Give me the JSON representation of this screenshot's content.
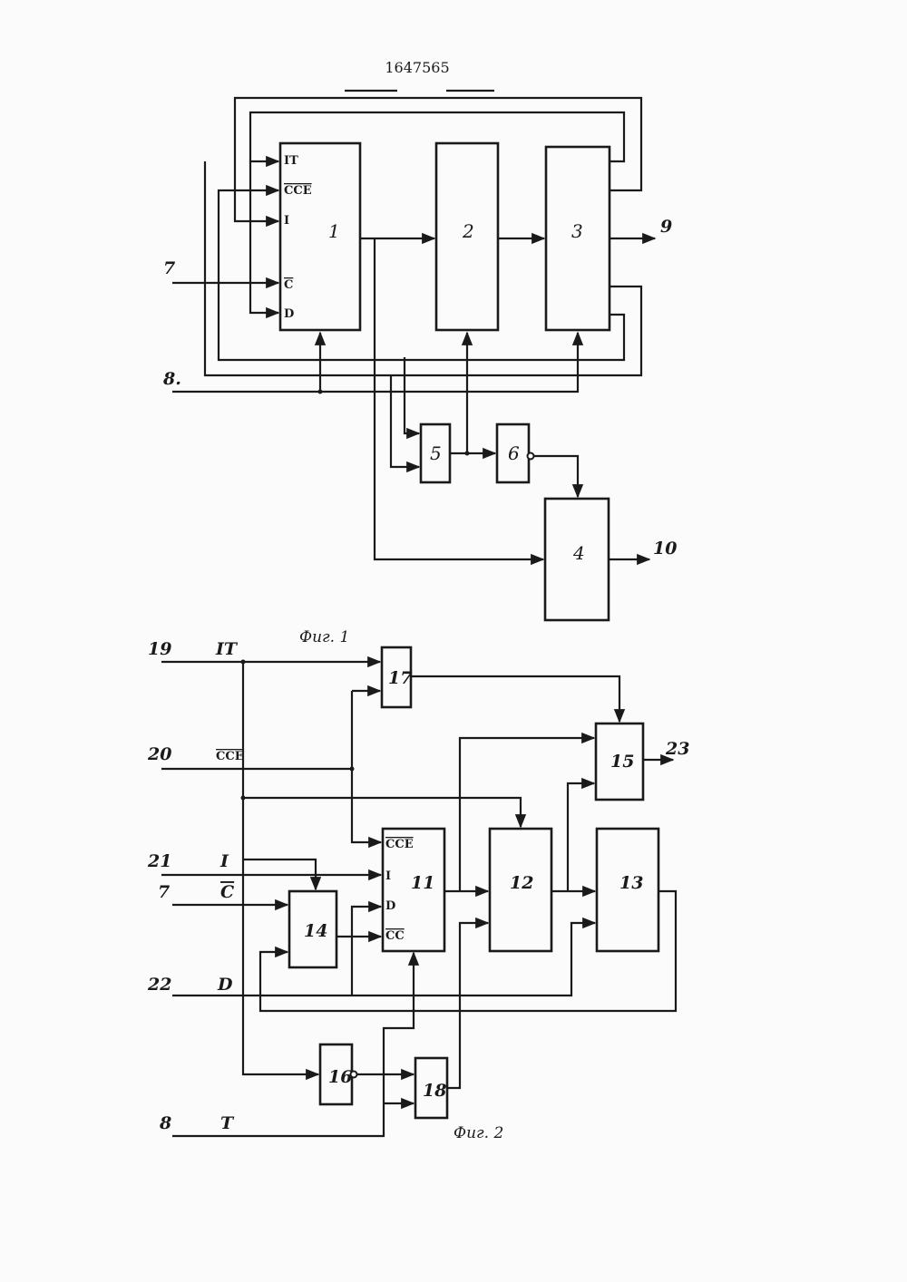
{
  "document": {
    "patent_number": "1647565",
    "fig1_caption": "Фиг. 1",
    "fig2_caption": "Фиг. 2"
  },
  "fig1": {
    "blocks": {
      "b1": "1",
      "b2": "2",
      "b3": "3",
      "b4": "4",
      "b5": "5",
      "b6": "6"
    },
    "pins": {
      "it": "IT",
      "cce": "CCE",
      "i": "I",
      "c": "C",
      "d": "D"
    },
    "terminals": {
      "t7": "7",
      "t8": "8.",
      "t9": "9",
      "t10": "10"
    }
  },
  "fig2": {
    "blocks": {
      "b11": "11",
      "b12": "12",
      "b13": "13",
      "b14": "14",
      "b15": "15",
      "b16": "16",
      "b17": "17",
      "b18": "18"
    },
    "pins": {
      "cce": "CCE",
      "i": "I",
      "d": "D",
      "cc": "CC"
    },
    "terminals": {
      "t19": "19",
      "t20": "20",
      "t21": "21",
      "t7": "7",
      "t22": "22",
      "t8": "8",
      "t23": "23"
    },
    "signals": {
      "it": "IT",
      "cce": "CCE",
      "i": "I",
      "c": "C",
      "d": "D",
      "t": "T"
    }
  }
}
